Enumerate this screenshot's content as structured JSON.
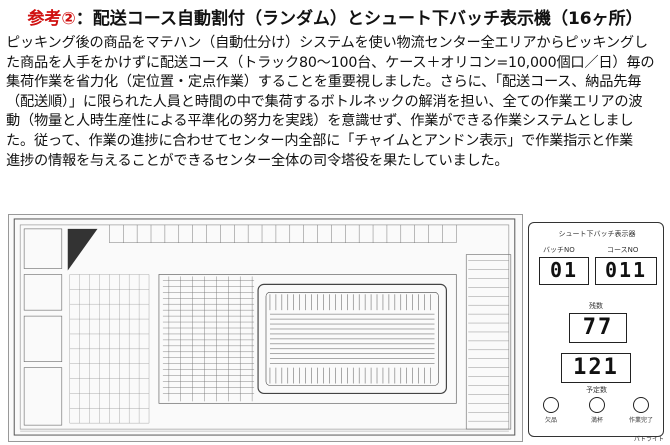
{
  "title": {
    "ref_label": "参考②",
    "main": "：配送コース自動割付（ランダム）とシュート下バッチ表示機（16ヶ所）"
  },
  "body_lines": [
    "ピッキング後の商品をマテハン（自動仕分け）システムを使い物流センター全エリアからピッキングし",
    "た商品を人手をかけずに配送コース（トラック80～100台、ケース＋オリコン=10,000個口／日）毎の",
    "集荷作業を省力化（定位置・定点作業）することを重要視しました。さらに、「配送コース、納品先毎",
    "（配送順）」に限られた人員と時間の中で集荷するボトルネックの解消を担い、全ての作業エリアの波",
    "動（物量と人時生産性による平準化の努力を実践）を意識せず、作業ができる作業システムとしまし",
    "た。従って、作業の進捗に合わせてセンター内全部に「チャイムとアンドン表示」で作業指示と作業",
    "進捗の情報を与えることができるセンター全体の司令塔役を果たしていました。"
  ],
  "panel": {
    "title": "シュート下バッチ表示器",
    "batch_label": "バッチNO",
    "course_label": "コースNO",
    "batch_no": "01",
    "course_no": "011",
    "remaining_label": "残数",
    "remaining": "77",
    "planned_label": "予定数",
    "planned": "121",
    "lamps": [
      "欠品",
      "満杯",
      "作業完了"
    ],
    "note": "パトライト"
  },
  "colors": {
    "ref_red": "#d01010",
    "text": "#111111",
    "plan_line": "#555555"
  }
}
